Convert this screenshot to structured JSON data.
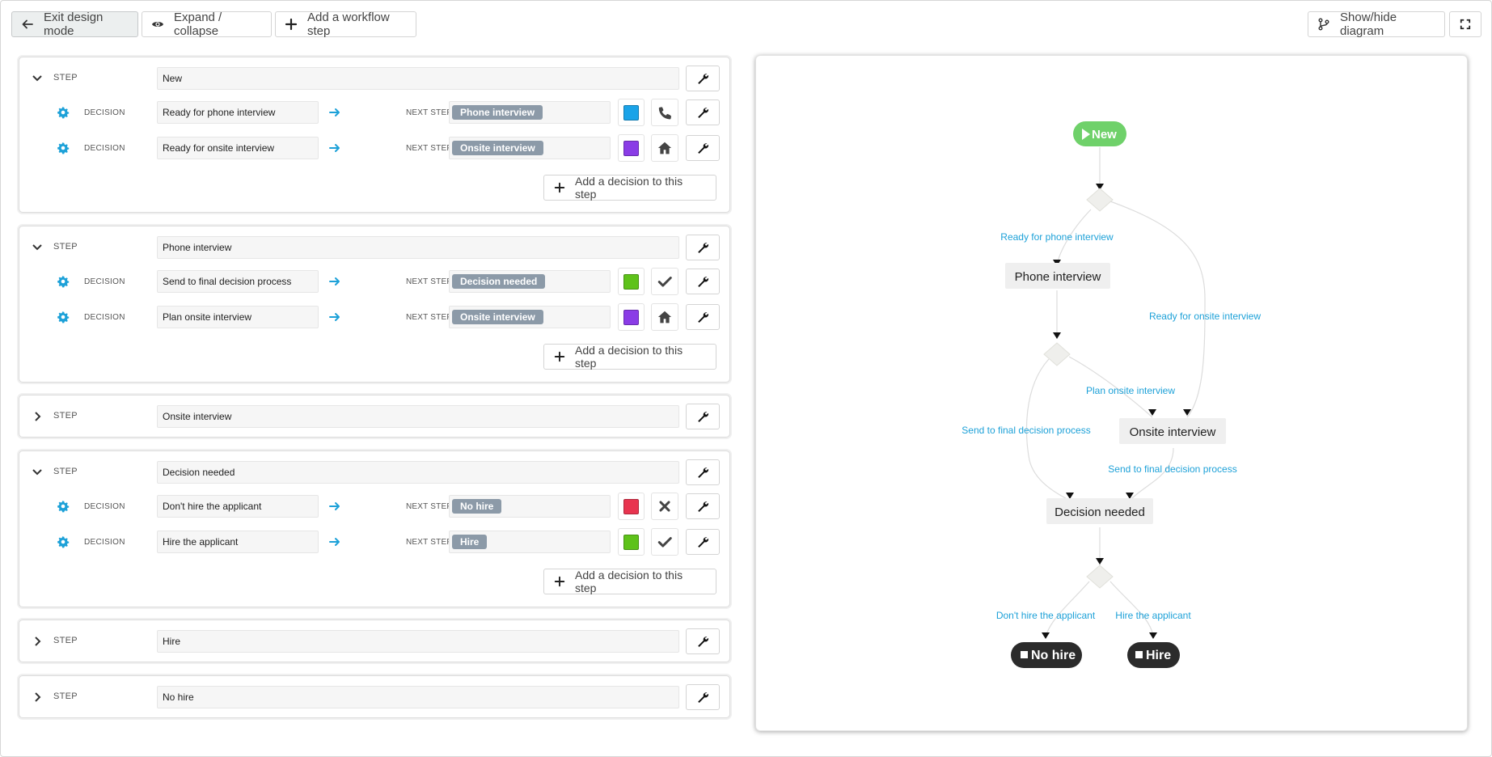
{
  "toolbar": {
    "exit_label": "Exit design mode",
    "expand_label": "Expand / collapse",
    "add_step_label": "Add a workflow step",
    "show_hide_label": "Show/hide diagram"
  },
  "labels": {
    "step": "STEP",
    "decision": "DECISION",
    "next_step": "NEXT STEP",
    "add_decision": "Add a decision to this step"
  },
  "steps": [
    {
      "name": "New",
      "expanded": true,
      "decisions": [
        {
          "name": "Ready for phone interview",
          "next": "Phone interview",
          "color": "#1aa3e8",
          "icon": "phone-icon"
        },
        {
          "name": "Ready for onsite interview",
          "next": "Onsite interview",
          "color": "#8a3ce6",
          "icon": "home-icon"
        }
      ]
    },
    {
      "name": "Phone interview",
      "expanded": true,
      "decisions": [
        {
          "name": "Send to final decision process",
          "next": "Decision needed",
          "color": "#5ec21a",
          "icon": "check-icon"
        },
        {
          "name": "Plan onsite interview",
          "next": "Onsite interview",
          "color": "#8a3ce6",
          "icon": "home-icon"
        }
      ]
    },
    {
      "name": "Onsite interview",
      "expanded": false,
      "decisions": []
    },
    {
      "name": "Decision needed",
      "expanded": true,
      "decisions": [
        {
          "name": "Don't hire the applicant",
          "next": "No hire",
          "color": "#e8344f",
          "icon": "close-icon"
        },
        {
          "name": "Hire the applicant",
          "next": "Hire",
          "color": "#5ec21a",
          "icon": "check-icon"
        }
      ]
    },
    {
      "name": "Hire",
      "expanded": false,
      "decisions": []
    },
    {
      "name": "No hire",
      "expanded": false,
      "decisions": []
    }
  ],
  "diagram": {
    "nodes": {
      "start": "New",
      "phone": "Phone interview",
      "onsite": "Onsite interview",
      "decision": "Decision needed",
      "nohire": "No hire",
      "hire": "Hire"
    },
    "edges": {
      "ready_phone": "Ready for phone interview",
      "ready_onsite": "Ready for onsite interview",
      "plan_onsite": "Plan onsite interview",
      "send_final_1": "Send to final decision process",
      "send_final_2": "Send to final decision process",
      "dont_hire": "Don't hire the applicant",
      "hire_applicant": "Hire the applicant"
    },
    "colors": {
      "start_node": "#6fd16a",
      "end_node": "#2b2b2b",
      "edge_label": "#1da1d8",
      "box_node": "#efefef"
    }
  }
}
